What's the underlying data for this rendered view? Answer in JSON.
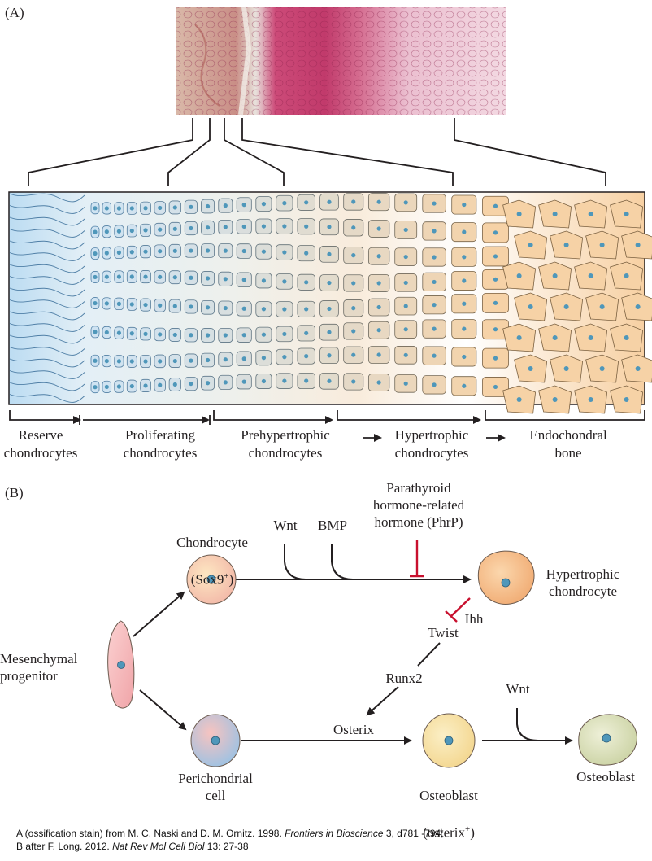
{
  "panel_a": {
    "label": "(A)",
    "stages": [
      "Reserve\nchondrocytes",
      "Proliferating\nchondrocytes",
      "Prehypertrophic\nchondrocytes",
      "Hypertrophic\nchondrocytes",
      "Endochondral\nbone"
    ]
  },
  "panel_b": {
    "label": "(B)",
    "chondrocyte": "Chondrocyte",
    "sox9": "(Sox9",
    "sox9_sup": "+",
    "sox9_close": ")",
    "wnt_top": "Wnt",
    "bmp": "BMP",
    "phrp": "Parathyroid\nhormone-related\nhormone (PhrP)",
    "hypertrophic": "Hypertrophic\nchondrocyte",
    "ihh": "Ihh",
    "twist": "Twist",
    "runx2": "Runx2",
    "mesenchymal": "Mesenchymal\nprogenitor",
    "osterix": "Osterix",
    "wnt_bottom": "Wnt",
    "perichondrial": "Perichondrial\ncell",
    "osteoblast1": "Osteoblast",
    "osteoblast1_sub": "(osterix",
    "osteoblast1_sup": "+",
    "osteoblast1_close": ")",
    "osteoblast2": "Osteoblast"
  },
  "credit": {
    "line1_a": "A (ossification stain) from M. C. Naski and D. M. Ornitz. 1998. ",
    "line1_journal": "Frontiers in Bioscience",
    "line1_b": " 3, d781 -794;",
    "line2_a": "B after F. Long. 2012. ",
    "line2_journal": "Nat Rev Mol Cell Biol",
    "line2_b": " 13: 27-38"
  },
  "colors": {
    "blue_cell": "#cfe3f2",
    "blue_border": "#4f7fa6",
    "tan_cell": "#f6d2a6",
    "tan_border": "#7a6040",
    "nucleus": "#4f97ba",
    "inhibit": "#c8102e",
    "stain_pink": "#c6426f"
  }
}
